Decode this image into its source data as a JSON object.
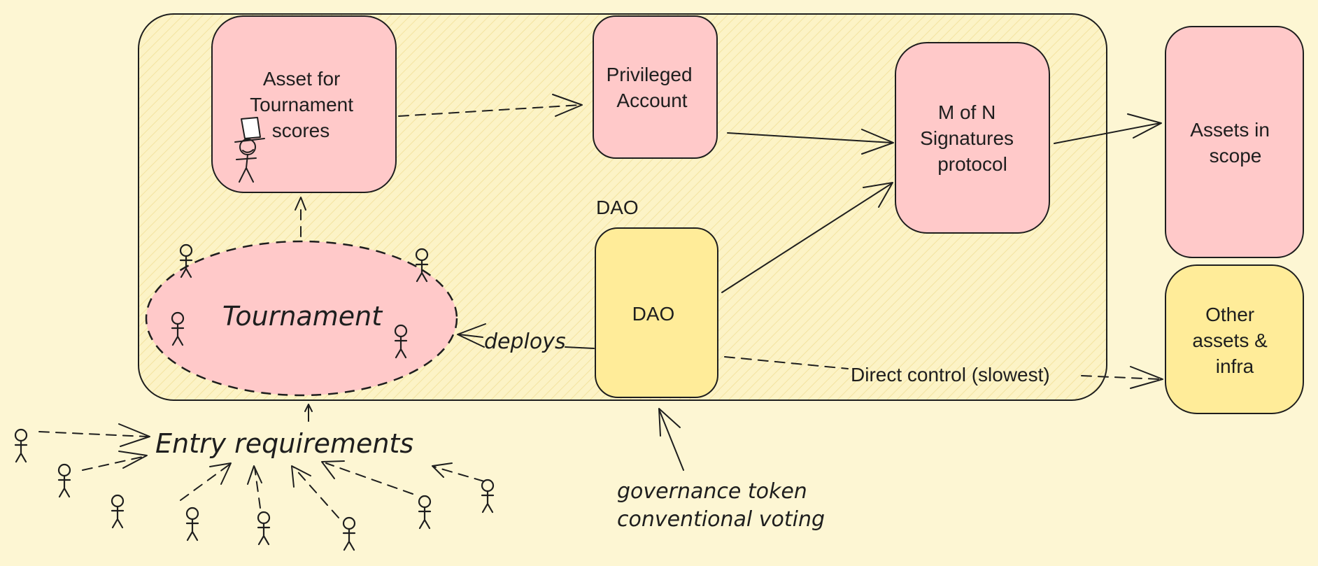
{
  "nodes": {
    "asset_tournament": {
      "lines": [
        "Asset for",
        "Tournament",
        "scores"
      ]
    },
    "privileged_account": {
      "lines": [
        "Privileged",
        "Account"
      ]
    },
    "multisig": {
      "lines": [
        "M of N",
        "Signatures",
        "protocol"
      ]
    },
    "assets_in_scope": {
      "lines": [
        "Assets in",
        "scope"
      ]
    },
    "dao": {
      "label": "DAO",
      "caption": "DAO"
    },
    "other_assets": {
      "lines": [
        "Other",
        "assets &",
        "infra"
      ]
    },
    "tournament": {
      "label": "Tournament"
    }
  },
  "edges": {
    "deploys": "deploys",
    "direct_control": "Direct control (slowest)"
  },
  "annotations": {
    "entry_requirements": "Entry requirements",
    "governance_line1": "governance token",
    "governance_line2": "conventional voting"
  },
  "colors": {
    "background": "#fdf6d3",
    "pink": "#ffc9c9",
    "yellow": "#ffec99",
    "container": "#fcf3c4",
    "stroke": "#1e1e1e"
  }
}
